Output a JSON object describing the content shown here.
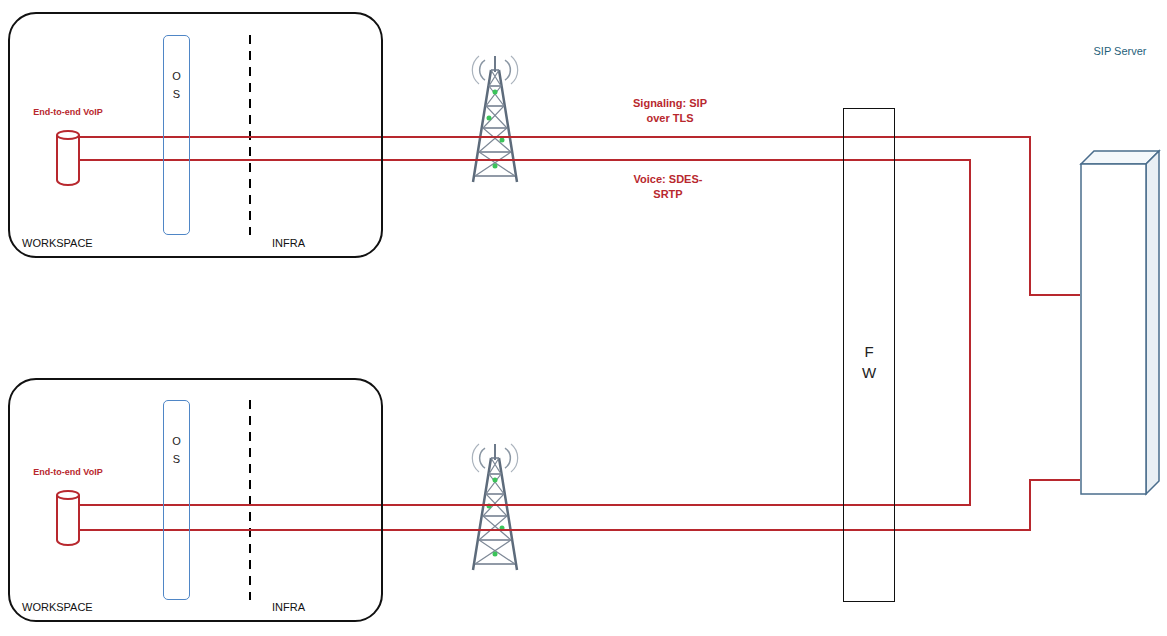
{
  "diagram": {
    "nodes": [
      {
        "text": [
          "WORKSPACE",
          "INFRA"
        ]
      },
      {
        "text": [
          "End-to-end VoIP"
        ],
        "in": 0
      },
      {
        "text": [
          "O S"
        ],
        "in": 0
      },
      {
        "text": [
          "WORKSPACE",
          "INFRA"
        ]
      },
      {
        "text": [
          "End-to-end VoIP"
        ],
        "in": 3
      },
      {
        "text": [
          "O S"
        ],
        "in": 3
      },
      {
        "text": [
          "F W"
        ]
      },
      {
        "text": [
          "SIP Server"
        ]
      }
    ],
    "edges": [
      {
        "from": 1,
        "to": 7,
        "arrow": "none",
        "label": "Signaling: SIP over TLS"
      },
      {
        "from": 1,
        "to": 4,
        "arrow": "none",
        "label": "Voice: SDES-SRTP"
      },
      {
        "from": 4,
        "to": 7,
        "arrow": "none"
      }
    ]
  }
}
